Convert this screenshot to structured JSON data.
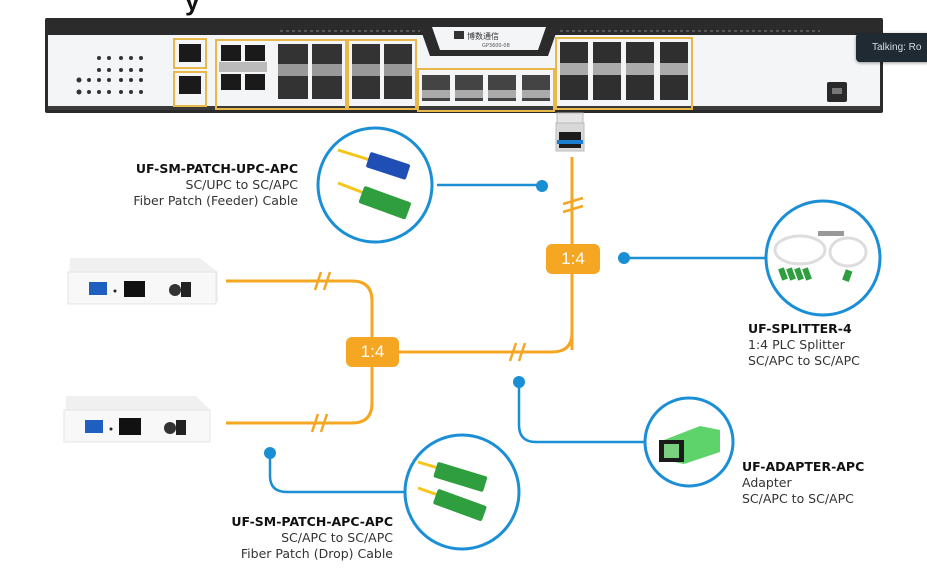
{
  "slide": {
    "heading_fragment": "y",
    "tooltip": "Talking: Ro"
  },
  "olt": {
    "model": "GP3600-08",
    "brand": "博数通信"
  },
  "splitters": [
    {
      "ratio_label": "1:4"
    },
    {
      "ratio_label": "1:4"
    }
  ],
  "components": [
    {
      "title": "UF-SM-PATCH-UPC-APC",
      "line1": "SC/UPC to SC/APC",
      "line2": "Fiber Patch (Feeder) Cable"
    },
    {
      "title": "UF-SPLITTER-4",
      "line1": "1:4 PLC Splitter",
      "line2": "SC/APC to SC/APC"
    },
    {
      "title": "UF-ADAPTER-APC",
      "line1": "Adapter",
      "line2": "SC/APC to SC/APC"
    },
    {
      "title": "UF-SM-PATCH-APC-APC",
      "line1": "SC/APC to SC/APC",
      "line2": "Fiber Patch (Drop) Cable"
    }
  ],
  "colors": {
    "fiber": "#f5a623",
    "callout": "#1a8fd6",
    "connector_green": "#2e9e3e",
    "connector_blue": "#1f4fb5",
    "olt_frame": "#2a2a2a"
  }
}
